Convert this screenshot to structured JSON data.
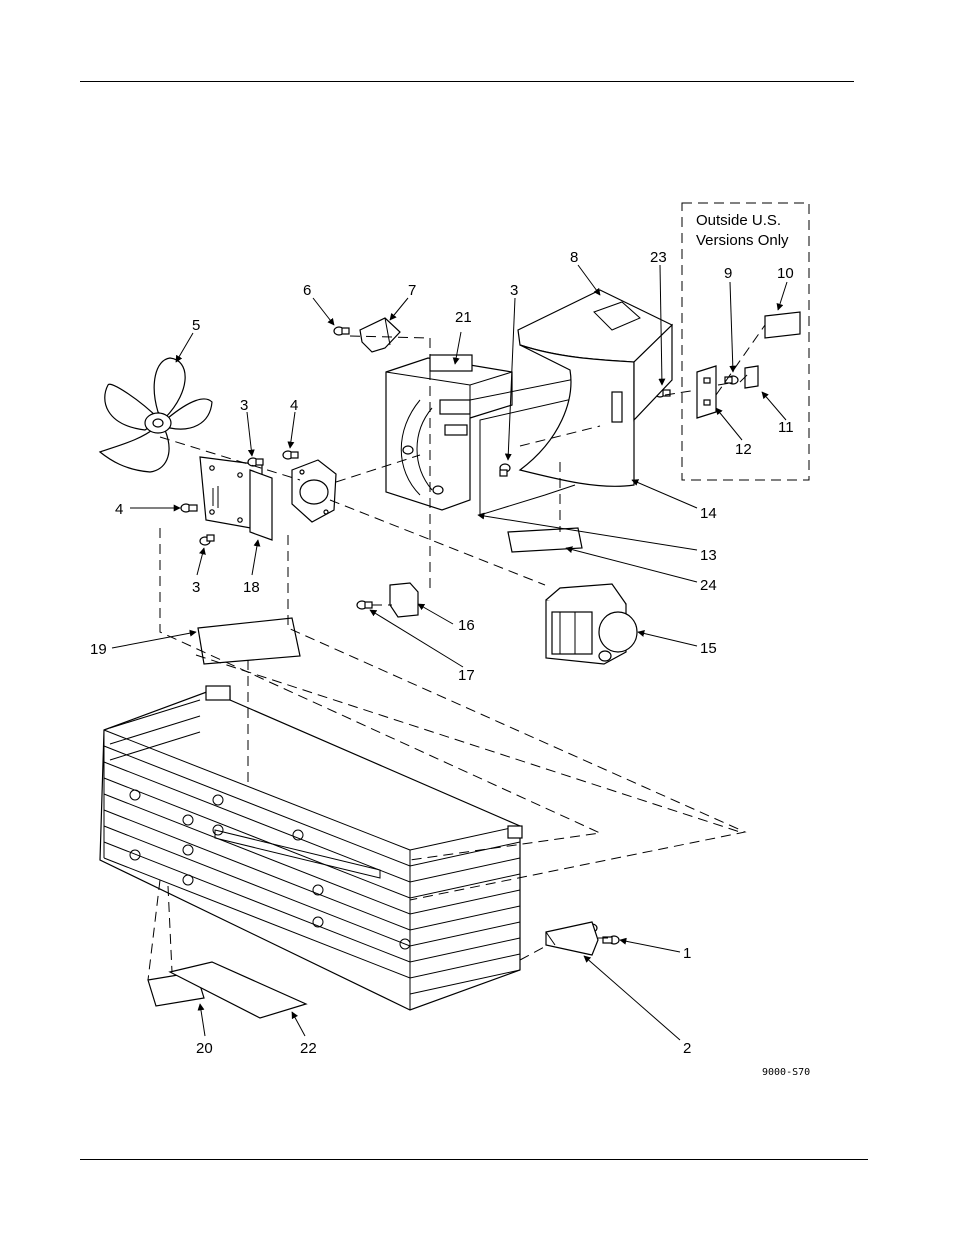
{
  "header": {},
  "inset_box": {
    "line1": "Outside U.S.",
    "line2": "Versions Only"
  },
  "drawing_code": "9000-S70",
  "callouts": {
    "c1": "1",
    "c2": "2",
    "c3a": "3",
    "c3b": "3",
    "c3c": "3",
    "c4a": "4",
    "c4b": "4",
    "c5": "5",
    "c6": "6",
    "c7": "7",
    "c8": "8",
    "c9": "9",
    "c10": "10",
    "c11": "11",
    "c12": "12",
    "c13": "13",
    "c14": "14",
    "c15": "15",
    "c16": "16",
    "c17": "17",
    "c18": "18",
    "c19": "19",
    "c20": "20",
    "c21": "21",
    "c22": "22",
    "c23": "23",
    "c24": "24"
  }
}
